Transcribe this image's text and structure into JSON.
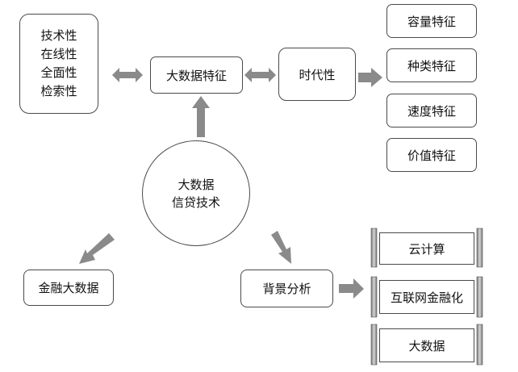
{
  "left_box": {
    "lines": [
      "技术性",
      "在线性",
      "全面性",
      "检索性"
    ]
  },
  "features_box": "大数据特征",
  "time_box": "时代性",
  "right_features": [
    "容量特征",
    "种类特征",
    "速度特征",
    "价值特征"
  ],
  "center": {
    "lines": [
      "大数据",
      "信贷技术"
    ]
  },
  "finance_box": "金融大数据",
  "background_box": "背景分析",
  "tech_scrolls": [
    "云计算",
    "互联网金融化",
    "大数据"
  ],
  "colors": {
    "arrow": "#8a8a8a",
    "border": "#4a4a4a"
  }
}
